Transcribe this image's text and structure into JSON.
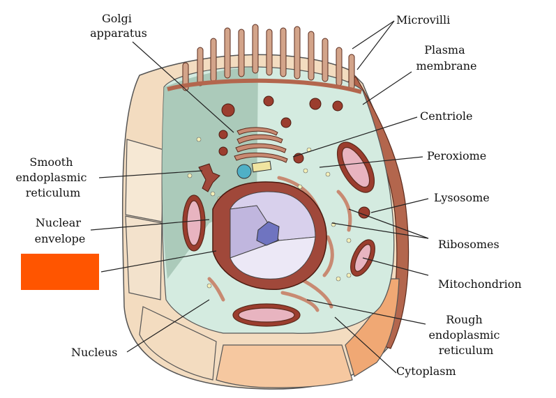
{
  "diagram": {
    "labels": {
      "golgi": [
        "Golgi",
        "apparatus"
      ],
      "microvilli": [
        "Microvilli"
      ],
      "plasma_membrane": [
        "Plasma",
        "membrane"
      ],
      "centriole": [
        "Centriole"
      ],
      "peroxiome": [
        "Peroxiome"
      ],
      "smooth_er": [
        "Smooth",
        "endoplasmic",
        "reticulum"
      ],
      "lysosome": [
        "Lysosome"
      ],
      "nuclear_envelope": [
        "Nuclear",
        "envelope"
      ],
      "ribosomes": [
        "Ribosomes"
      ],
      "mitochondrion": [
        "Mitochondrion"
      ],
      "rough_er": [
        "Rough",
        "endoplasmic",
        "reticulum"
      ],
      "nucleus": [
        "Nucleus"
      ],
      "cytoplasm": [
        "Cytoplasm"
      ]
    },
    "colors": {
      "redaction_box": "#ff5500",
      "cytoplasm": "#d4ebe0",
      "cytoplasm_shadow": "#9dbfae",
      "membrane": "#b3664d",
      "membrane_light": "#f3dcc0",
      "organelle": "#9b3d2e",
      "mito_inner": "#e8b4c0",
      "nucleus": "#c9c0e0",
      "nucleolus": "#6f74c0",
      "line": "#222222"
    }
  }
}
